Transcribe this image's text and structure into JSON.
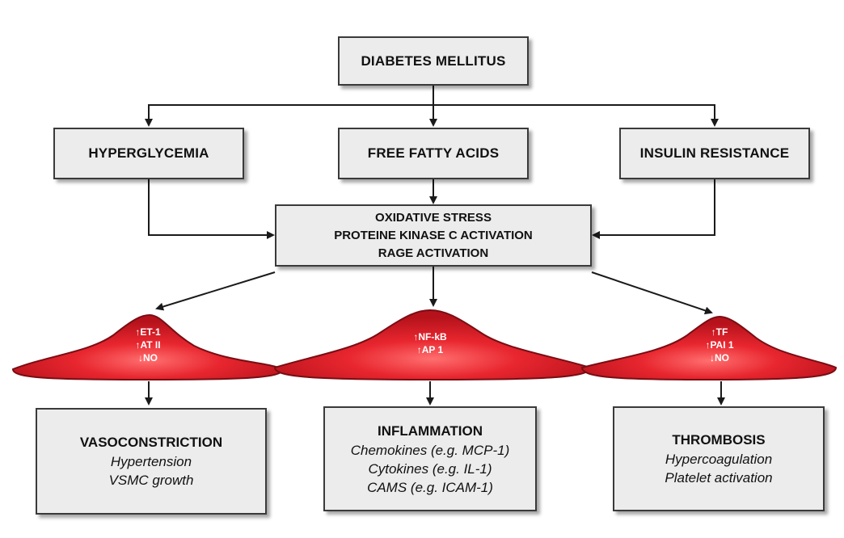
{
  "top": {
    "title": "DIABETES MELLITUS"
  },
  "mechanisms": {
    "hyperglycemia": "HYPERGLYCEMIA",
    "free_fatty_acids": "FREE FATTY ACIDS",
    "insulin_resistance": "INSULIN RESISTANCE"
  },
  "central": {
    "lines": [
      "OXIDATIVE STRESS",
      "PROTEINE KINASE C ACTIVATION",
      "RAGE ACTIVATION"
    ]
  },
  "mounds": {
    "left": [
      "↑ET-1",
      "↑AT II",
      "↓NO"
    ],
    "middle": [
      "↑NF-kB",
      "↑AP 1"
    ],
    "right": [
      "↑TF",
      "↑PAI 1",
      "↓NO"
    ]
  },
  "outcomes": {
    "vasoconstriction": {
      "title": "VASOCONSTRICTION",
      "items": [
        "Hypertension",
        "VSMC growth"
      ]
    },
    "inflammation": {
      "title": "INFLAMMATION",
      "items": [
        "Chemokines (e.g. MCP-1)",
        "Cytokines (e.g. IL-1)",
        "CAMS (e.g. ICAM-1)"
      ]
    },
    "thrombosis": {
      "title": "THROMBOSIS",
      "items": [
        "Hypercoagulation",
        "Platelet activation"
      ]
    }
  },
  "colors": {
    "box_fill": "#ececec",
    "box_border": "#3a3a3a",
    "mound_red": "#e2202a",
    "mound_dark": "#7a0d14",
    "arrow": "#1a1a1a"
  }
}
